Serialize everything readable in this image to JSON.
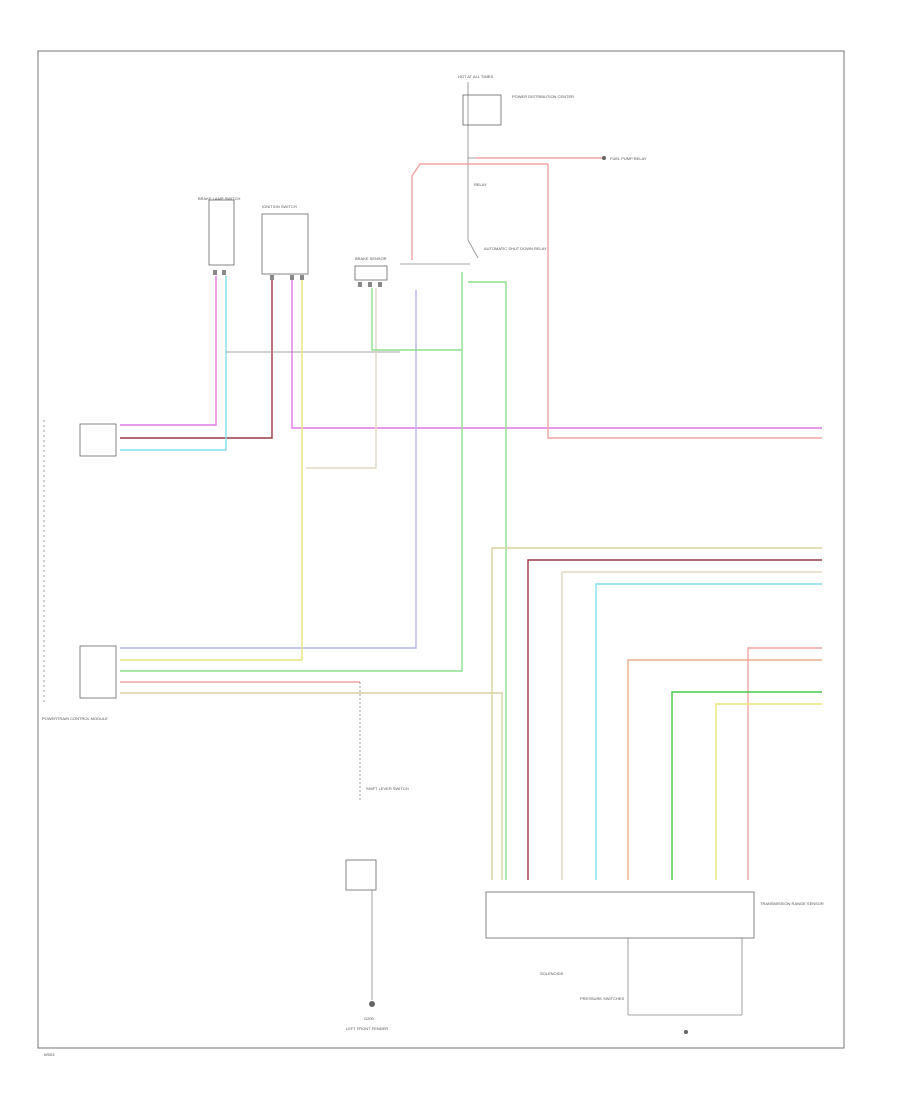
{
  "diagram": {
    "labels": {
      "hot_at_all_times": "HOT AT ALL TIMES",
      "power_distribution_center": "POWER DISTRIBUTION CENTER",
      "relay_label": "RELAY",
      "starter_relay": "AUTOMATIC SHUT DOWN RELAY",
      "fuel_pump_connector": "FUEL PUMP RELAY",
      "brake_lamp_switch": "BRAKE LAMP SWITCH",
      "brake_sensor": "BRAKE SENSOR",
      "ignition_switch": "IGNITION SWITCH",
      "pcm_label": "POWERTRAIN CONTROL MODULE",
      "transmission_range_sensor": "TRANSMISSION RANGE SENSOR",
      "solenoids": "SOLENOIDS",
      "pressure_switches": "PRESSURE SWITCHES",
      "ground": "G200",
      "ground_label": "LEFT FRONT FENDER",
      "shift_lever_switch": "SHIFT LEVER SWITCH",
      "figure_id": "W003"
    },
    "colors": {
      "pink": "#f2a4a4",
      "magenta": "#e17ae6",
      "darkred": "#9a3a46",
      "cyan": "#7fe0e8",
      "lavender": "#b4b4ee",
      "yellow": "#e9e67a",
      "green": "#8ee08e",
      "khaki": "#d8d2a0",
      "tan": "#e2d9c4",
      "orange": "#e8b08c",
      "brightgreen": "#44cc44",
      "gray": "#888888"
    }
  }
}
